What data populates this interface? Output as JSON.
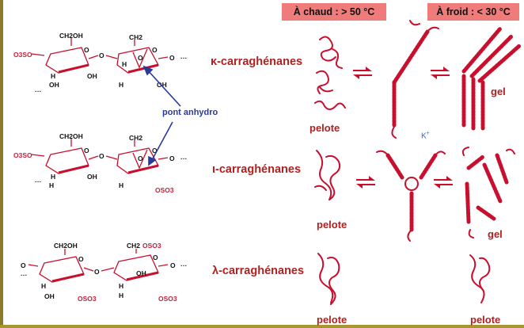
{
  "headers": {
    "hot": "À chaud : > 50 °C",
    "cold": "À froid : < 30 °C"
  },
  "rows": [
    {
      "name": "κ-carraghénanes",
      "labels": [
        "pelote",
        "gel"
      ]
    },
    {
      "name": "ι-carraghénanes",
      "labels": [
        "pelote",
        "gel"
      ]
    },
    {
      "name": "λ-carraghénanes",
      "labels": [
        "pelote",
        "pelote"
      ]
    }
  ],
  "annotation": "pont anhydro",
  "ion": {
    "symbol": "K",
    "charge": "+"
  },
  "atoms": {
    "ch2oh": "CH2OH",
    "ch2": "CH2",
    "oh": "OH",
    "h": "H",
    "o": "O",
    "o3so": "O3SO",
    "oso3": "OSO3",
    "ellipsis": "···"
  },
  "colors": {
    "header_bg": "#f07b7b",
    "label": "#b32020",
    "annotation": "#2a3a9a",
    "ion": "#3a6ab8",
    "ring": "#c8102e"
  }
}
